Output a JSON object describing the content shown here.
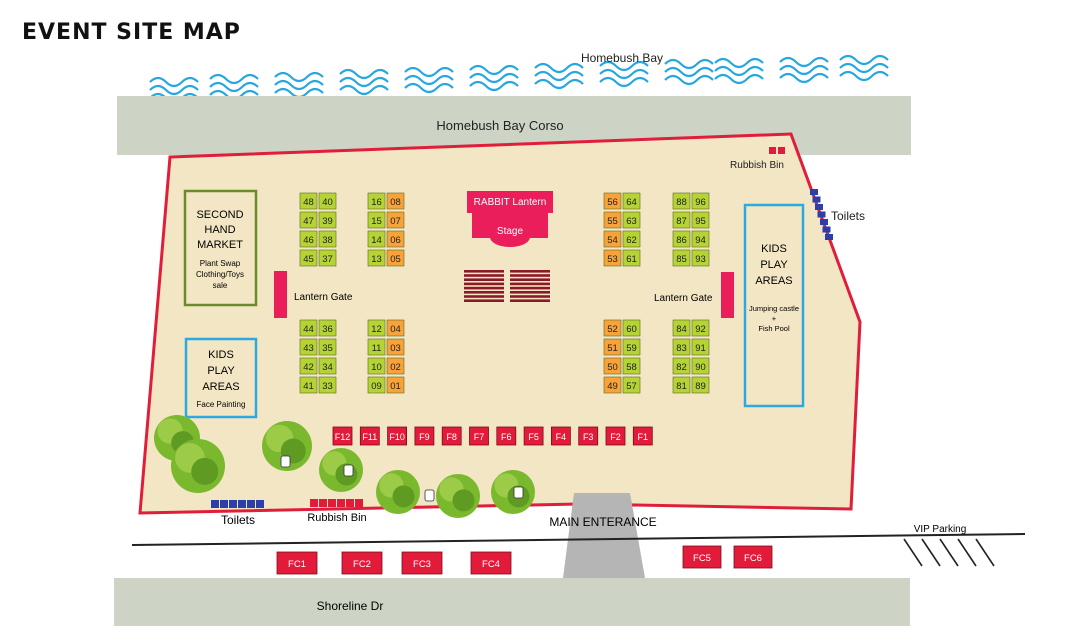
{
  "title": "EVENT SITE MAP",
  "roads": {
    "bay": "Homebush Bay",
    "corso": "Homebush Bay Corso",
    "shoreline": "Shoreline Dr",
    "vip_parking": "VIP Parking",
    "main_entrance": "MAIN ENTERANCE"
  },
  "areas": {
    "second_hand": {
      "lines": [
        "SECOND",
        "HAND",
        "MARKET"
      ],
      "sub": [
        "Plant Swap",
        "Clothing/Toys",
        "sale"
      ]
    },
    "kids_left": {
      "lines": [
        "KIDS",
        "PLAY",
        "AREAS"
      ],
      "sub": [
        "Face Painting"
      ]
    },
    "kids_right": {
      "lines": [
        "KIDS",
        "PLAY",
        "AREAS"
      ],
      "sub": [
        "Jumping castle",
        "+",
        "Fish Pool"
      ]
    },
    "stage": {
      "name": "RABBIT Lantern",
      "label": "Stage"
    },
    "lantern_gate_left": "Lantern Gate",
    "lantern_gate_right": "Lantern Gate",
    "toilets_right": "Toilets",
    "toilets_left": "Toilets",
    "rubbish_bin_top": "Rubbish Bin",
    "rubbish_bin_bottom": "Rubbish Bin"
  },
  "stall_groups": [
    {
      "rows": [
        [
          "48",
          "40"
        ],
        [
          "47",
          "39"
        ],
        [
          "46",
          "38"
        ],
        [
          "45",
          "37"
        ]
      ],
      "colors": [
        [
          "g",
          "g"
        ],
        [
          "g",
          "g"
        ],
        [
          "g",
          "g"
        ],
        [
          "g",
          "g"
        ]
      ]
    },
    {
      "rows": [
        [
          "16",
          "08"
        ],
        [
          "15",
          "07"
        ],
        [
          "14",
          "06"
        ],
        [
          "13",
          "05"
        ]
      ],
      "colors": [
        [
          "g",
          "o"
        ],
        [
          "g",
          "o"
        ],
        [
          "g",
          "o"
        ],
        [
          "g",
          "o"
        ]
      ]
    },
    {
      "rows": [
        [
          "56",
          "64"
        ],
        [
          "55",
          "63"
        ],
        [
          "54",
          "62"
        ],
        [
          "53",
          "61"
        ]
      ],
      "colors": [
        [
          "o",
          "g"
        ],
        [
          "o",
          "g"
        ],
        [
          "o",
          "g"
        ],
        [
          "o",
          "g"
        ]
      ]
    },
    {
      "rows": [
        [
          "88",
          "96"
        ],
        [
          "87",
          "95"
        ],
        [
          "86",
          "94"
        ],
        [
          "85",
          "93"
        ]
      ],
      "colors": [
        [
          "g",
          "g"
        ],
        [
          "g",
          "g"
        ],
        [
          "g",
          "g"
        ],
        [
          "g",
          "g"
        ]
      ]
    },
    {
      "rows": [
        [
          "44",
          "36"
        ],
        [
          "43",
          "35"
        ],
        [
          "42",
          "34"
        ],
        [
          "41",
          "33"
        ]
      ],
      "colors": [
        [
          "g",
          "g"
        ],
        [
          "g",
          "g"
        ],
        [
          "g",
          "g"
        ],
        [
          "g",
          "g"
        ]
      ]
    },
    {
      "rows": [
        [
          "12",
          "04"
        ],
        [
          "11",
          "03"
        ],
        [
          "10",
          "02"
        ],
        [
          "09",
          "01"
        ]
      ],
      "colors": [
        [
          "g",
          "o"
        ],
        [
          "g",
          "o"
        ],
        [
          "g",
          "o"
        ],
        [
          "g",
          "o"
        ]
      ]
    },
    {
      "rows": [
        [
          "52",
          "60"
        ],
        [
          "51",
          "59"
        ],
        [
          "50",
          "58"
        ],
        [
          "49",
          "57"
        ]
      ],
      "colors": [
        [
          "o",
          "g"
        ],
        [
          "o",
          "g"
        ],
        [
          "o",
          "g"
        ],
        [
          "o",
          "g"
        ]
      ]
    },
    {
      "rows": [
        [
          "84",
          "92"
        ],
        [
          "83",
          "91"
        ],
        [
          "82",
          "90"
        ],
        [
          "81",
          "89"
        ]
      ],
      "colors": [
        [
          "g",
          "g"
        ],
        [
          "g",
          "g"
        ],
        [
          "g",
          "g"
        ],
        [
          "g",
          "g"
        ]
      ]
    }
  ],
  "food_stalls": [
    "F12",
    "F11",
    "F10",
    "F9",
    "F8",
    "F7",
    "F6",
    "F5",
    "F4",
    "F3",
    "F2",
    "F1"
  ],
  "food_carts": [
    "FC1",
    "FC2",
    "FC3",
    "FC4",
    "FC5",
    "FC6"
  ],
  "colors": {
    "site": "#f3e6c4",
    "boundary": "#e01e3c",
    "road": "#cdd4c6",
    "water": "#27a7df",
    "green_stall": "#b5d335",
    "orange_stall": "#f7a33a",
    "red_block": "#e31b3b",
    "blue": "#2ea9df",
    "olive": "#6a8b2a",
    "toilet": "#2e3ea8",
    "tree": "#7ab82e"
  }
}
